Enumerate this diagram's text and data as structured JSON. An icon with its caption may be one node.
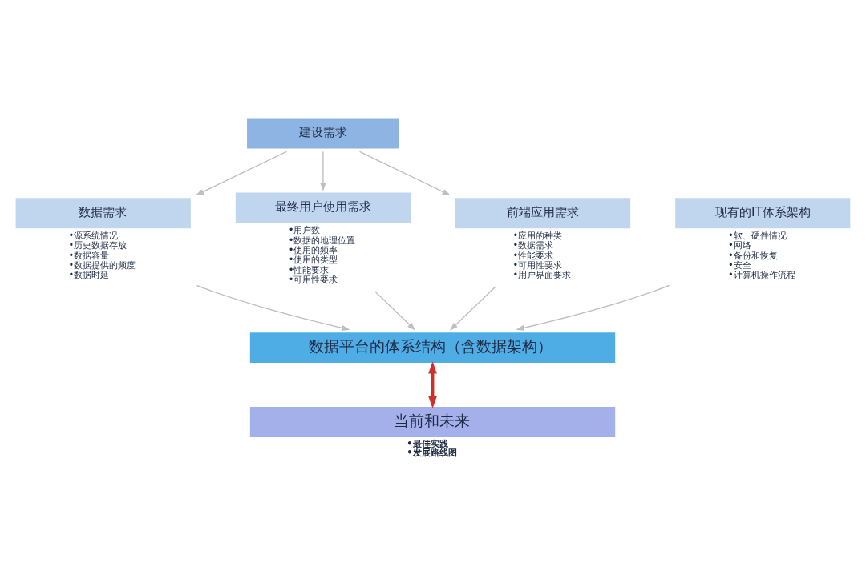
{
  "diagram": {
    "nodes": [
      {
        "text": [
          "建设需求"
        ]
      },
      {
        "text": [
          "数据需求"
        ],
        "beside": [
          "•源系统情况",
          "•历史数据存放",
          "•数据容量",
          "•数据提供的频度",
          "•数据时延"
        ]
      },
      {
        "text": [
          "最终用户使用需求"
        ],
        "beside": [
          "•用户数",
          "•数据的地理位置",
          "•使用的频率",
          "•使用的类型",
          "•性能要求",
          "•可用性要求"
        ]
      },
      {
        "text": [
          "前端应用需求"
        ],
        "beside": [
          "•应用的种类",
          "•数据需求",
          "•性能要求",
          "•可用性要求",
          "•用户界面要求"
        ]
      },
      {
        "text": [
          "现有的IT体系架构"
        ],
        "beside": [
          "•软、硬件情况",
          "•网络",
          "•备份和恢复",
          "•安全",
          "•计算机操作流程"
        ]
      },
      {
        "text": [
          "数据平台的体系结构（含数据架构）"
        ]
      },
      {
        "text": [
          "当前和未来"
        ],
        "beside": [
          "•最佳实践",
          "•发展路线图"
        ]
      }
    ],
    "edges": [
      {
        "from": 0,
        "to": 1,
        "arrow": "to"
      },
      {
        "from": 0,
        "to": 2,
        "arrow": "to"
      },
      {
        "from": 0,
        "to": 3,
        "arrow": "to"
      },
      {
        "from": 1,
        "to": 5,
        "arrow": "to"
      },
      {
        "from": 2,
        "to": 5,
        "arrow": "to"
      },
      {
        "from": 3,
        "to": 5,
        "arrow": "to"
      },
      {
        "from": 4,
        "to": 5,
        "arrow": "to"
      },
      {
        "from": 5,
        "to": 6,
        "arrow": "both",
        "style": "thick",
        "color": "#d0302a"
      }
    ]
  }
}
